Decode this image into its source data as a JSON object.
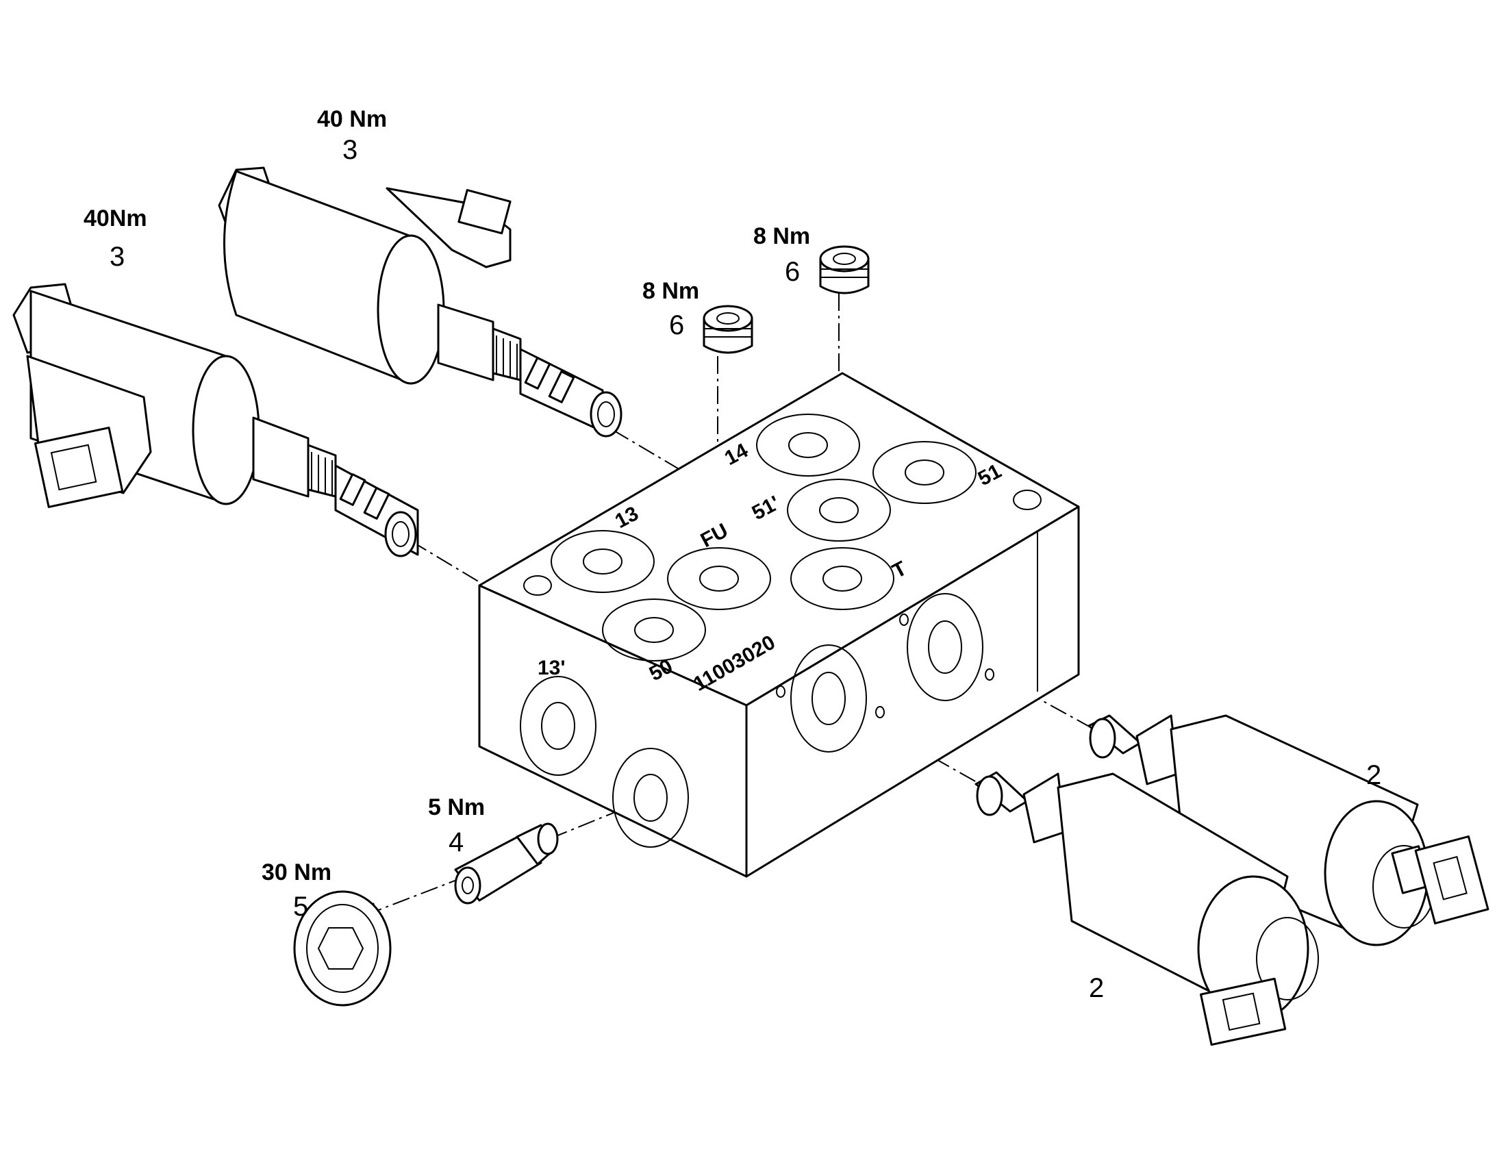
{
  "callouts": {
    "solenoid_top": {
      "torque": "40 Nm",
      "item": "3"
    },
    "solenoid_left": {
      "torque": "40Nm",
      "item": "3"
    },
    "plug_a": {
      "torque": "8 Nm",
      "item": "6"
    },
    "plug_b": {
      "torque": "8 Nm",
      "item": "6"
    },
    "cartridge_small": {
      "torque": "5 Nm",
      "item": "4"
    },
    "plug_large": {
      "torque": "30 Nm",
      "item": "5"
    },
    "valve_right_upper": {
      "item": "2"
    },
    "valve_right_lower": {
      "item": "2"
    }
  },
  "block": {
    "serial": "11003020",
    "ports": {
      "p13": "13",
      "p14": "14",
      "p50": "50",
      "p51": "51",
      "p51b": "51'",
      "p13b": "13'",
      "pT": "T",
      "pFU": "FU"
    }
  },
  "colors": {
    "line": "#000000",
    "background": "#ffffff"
  }
}
